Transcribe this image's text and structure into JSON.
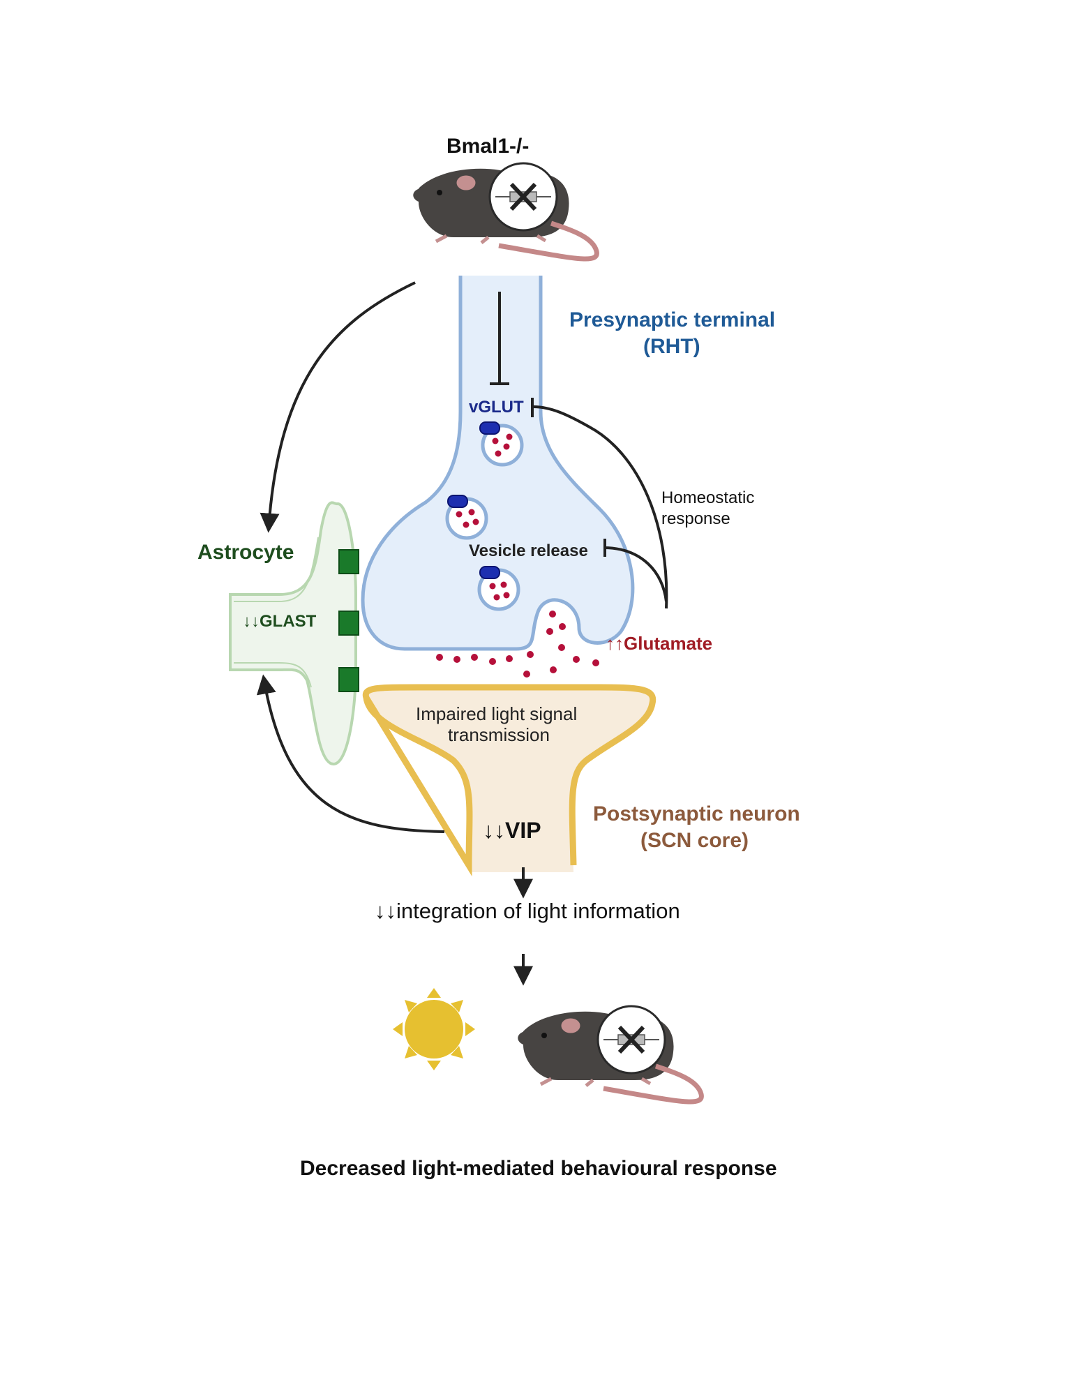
{
  "title": "Bmal1-/-",
  "presynaptic": {
    "line1": "Presynaptic terminal",
    "line2": "(RHT)",
    "color": "#1f5a96"
  },
  "vglut": "vGLUT",
  "vesicle_release": "Vesicle release",
  "homeostatic": {
    "line1": "Homeostatic",
    "line2": "response"
  },
  "glutamate": "↑↑Glutamate",
  "glutamate_color": "#a01c25",
  "astrocyte": {
    "label": "Astrocyte",
    "glast": "↓↓GLAST",
    "color": "#1e4d1e"
  },
  "postsynaptic": {
    "line1": "Postsynaptic neuron",
    "line2": "(SCN core)",
    "color": "#8c5a3c",
    "signal_line1": "Impaired light signal",
    "signal_line2": "transmission",
    "vip": "↓↓VIP"
  },
  "integration": "↓↓integration of light information",
  "outcome": "Decreased light-mediated behavioural response",
  "icons": [
    "mouse-knockout-icon",
    "sun-icon",
    "knockout-gene-icon"
  ]
}
